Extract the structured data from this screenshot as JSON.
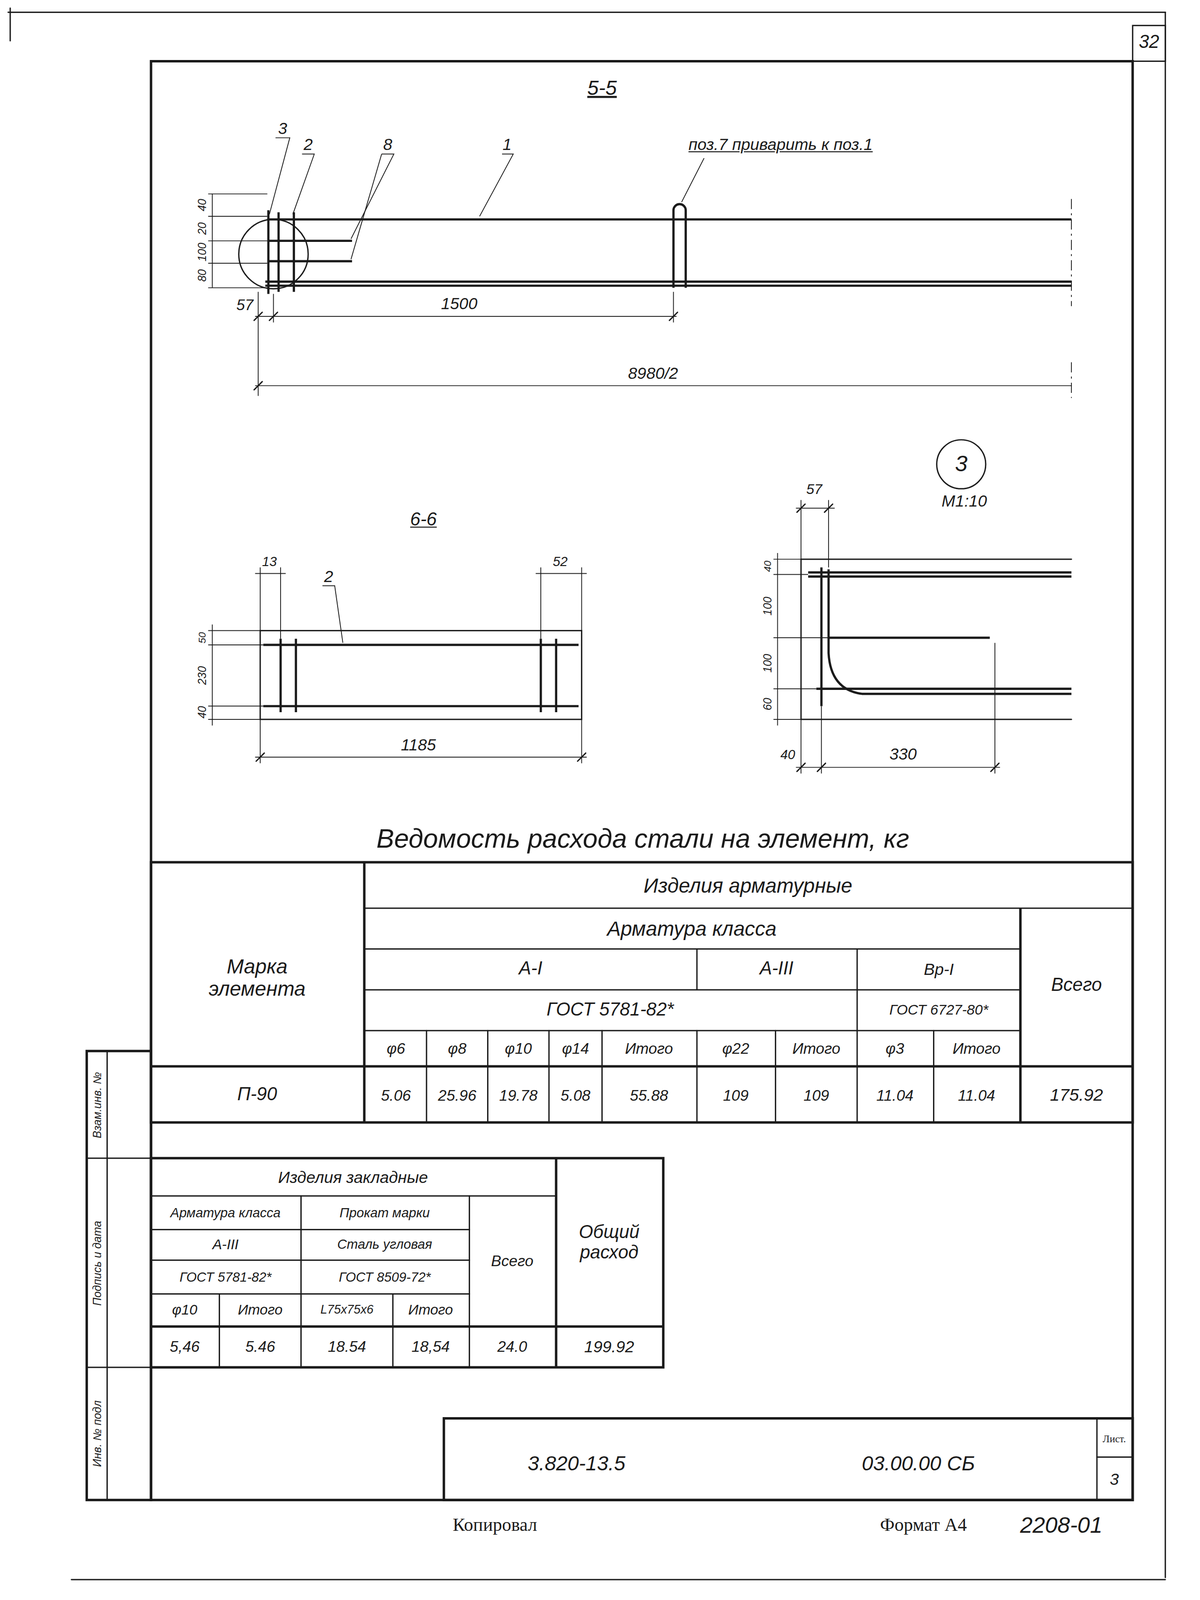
{
  "diagram": {
    "labels": [
      "32",
      "5-5",
      "3",
      "2",
      "8",
      "1",
      "поз.7 приварить к поз.1",
      "40",
      "20",
      "100",
      "80",
      "57",
      "1500",
      "8980/2",
      "3",
      "М1:10",
      "6-6",
      "13",
      "52",
      "2",
      "50",
      "230",
      "40",
      "1185",
      "57",
      "40",
      "100",
      "100",
      "60",
      "40",
      "330",
      "Ведомость расхода стали на элемент, кг",
      "Изделия арматурные",
      "Марка элемента",
      "Арматура класса",
      "Всего",
      "А-I",
      "А-III",
      "Вр-I",
      "ГОСТ 5781-82*",
      "ГОСТ 6727-80*",
      "φ6",
      "φ8",
      "φ10",
      "φ14",
      "Итого",
      "φ22",
      "Итого",
      "φ3",
      "Итого",
      "П-90",
      "5.06",
      "25.96",
      "19.78",
      "5.08",
      "55.88",
      "109",
      "109",
      "11.04",
      "11.04",
      "175.92",
      "Изделия закладные",
      "Арматура класса",
      "Прокат марки",
      "Всего",
      "Общий расход",
      "А-III",
      "Сталь угловая",
      "ГОСТ 5781-82*",
      "ГОСТ 8509-72*",
      "φ10",
      "Итого",
      "L75х75х6",
      "Итого",
      "5,46",
      "5.46",
      "18.54",
      "18,54",
      "24.0",
      "199.92",
      "3.820-13.5",
      "03.00.00 СБ",
      "Лист.",
      "3",
      "Инв. № подл",
      "Подпись и дата",
      "Взам.инв. №",
      "Копировал",
      "Формат А4",
      "2208-01"
    ]
  }
}
